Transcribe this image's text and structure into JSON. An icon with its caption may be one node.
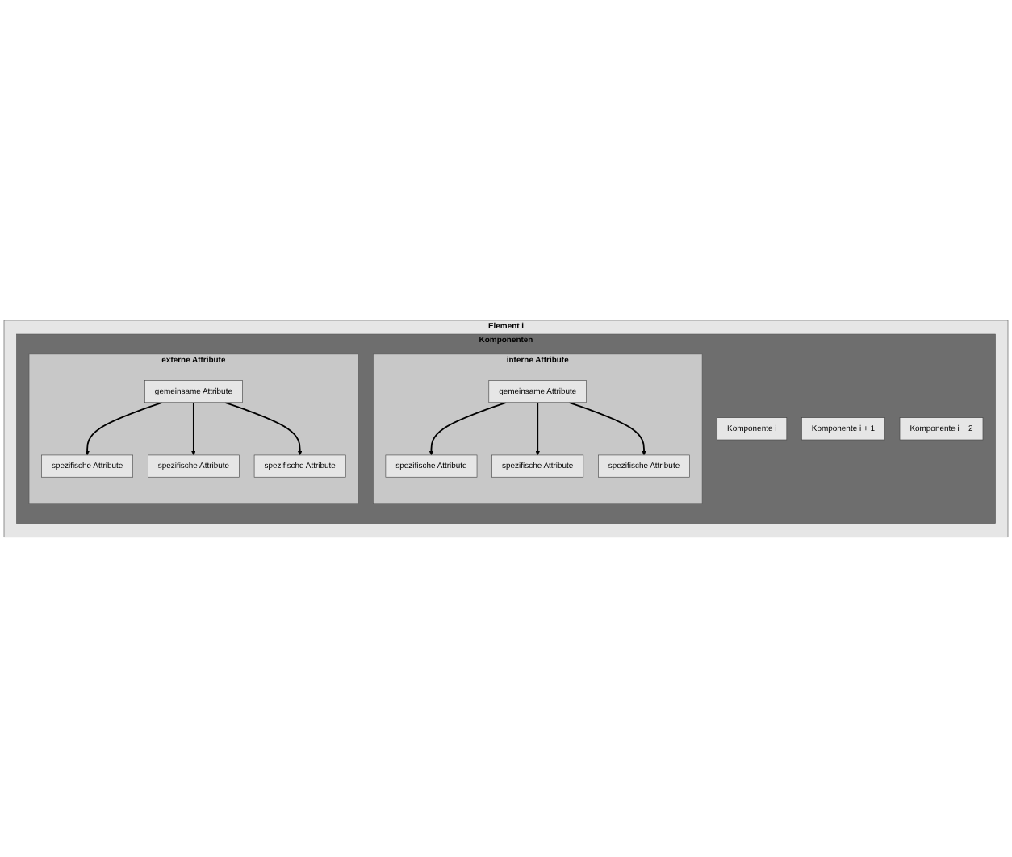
{
  "diagram": {
    "nodes": [
      {
        "text": [
          "Element i"
        ]
      },
      {
        "text": [
          "Komponenten"
        ],
        "in": 0
      },
      {
        "text": [
          "Komponente i"
        ],
        "in": 1
      },
      {
        "text": [
          "Komponente i + 1"
        ],
        "in": 1
      },
      {
        "text": [
          "Komponente i + 2"
        ],
        "in": 1
      },
      {
        "text": [
          "interne Attribute"
        ],
        "in": 1
      },
      {
        "text": [
          "gemeinsame Attribute"
        ],
        "in": 5
      },
      {
        "text": [
          "spezifische Attribute"
        ],
        "in": 5
      },
      {
        "text": [
          "spezifische Attribute"
        ],
        "in": 5
      },
      {
        "text": [
          "spezifische Attribute"
        ],
        "in": 5
      },
      {
        "text": [
          "externe Attribute"
        ],
        "in": 1
      },
      {
        "text": [
          "gemeinsame Attribute"
        ],
        "in": 10
      },
      {
        "text": [
          "spezifische Attribute"
        ],
        "in": 10
      },
      {
        "text": [
          "spezifische Attribute"
        ],
        "in": 10
      },
      {
        "text": [
          "spezifische Attribute"
        ],
        "in": 10
      }
    ],
    "edges": [
      {
        "from": 6,
        "to": 7,
        "arrow": "to"
      },
      {
        "from": 6,
        "to": 8,
        "arrow": "to"
      },
      {
        "from": 6,
        "to": 9,
        "arrow": "to"
      },
      {
        "from": 11,
        "to": 12,
        "arrow": "to"
      },
      {
        "from": 11,
        "to": 13,
        "arrow": "to"
      },
      {
        "from": 11,
        "to": 14,
        "arrow": "to"
      }
    ]
  }
}
